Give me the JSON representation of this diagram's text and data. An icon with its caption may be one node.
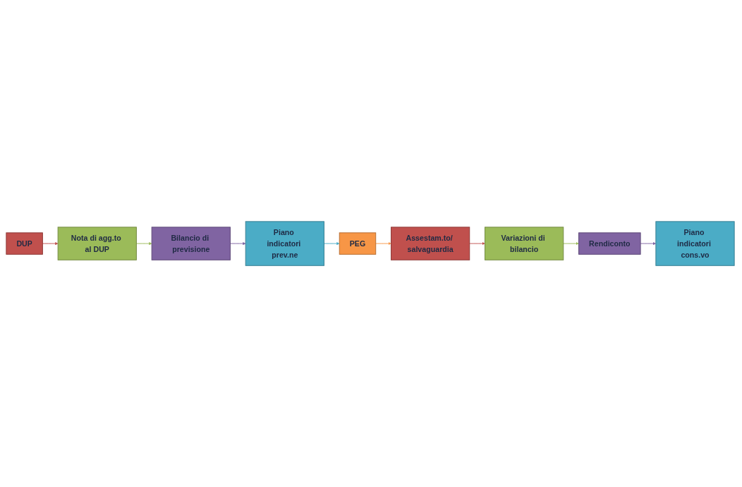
{
  "diagram": {
    "nodes": [
      {
        "text": [
          "DUP"
        ]
      },
      {
        "text": [
          "Nota di agg.to al DUP"
        ]
      },
      {
        "text": [
          "Bilancio di previsione"
        ]
      },
      {
        "text": [
          "Piano indicatori prev.ne"
        ]
      },
      {
        "text": [
          "PEG"
        ]
      },
      {
        "text": [
          "Assestam.to/ salvaguardia"
        ]
      },
      {
        "text": [
          "Variazioni di bilancio"
        ]
      },
      {
        "text": [
          "Rendiconto"
        ]
      },
      {
        "text": [
          "Piano indicatori cons.vo"
        ]
      }
    ],
    "edges": [
      {
        "from": 0,
        "to": 1,
        "arrow": "to",
        "color": "#c0504d"
      },
      {
        "from": 1,
        "to": 2,
        "arrow": "to",
        "color": "#9bbb59"
      },
      {
        "from": 2,
        "to": 3,
        "arrow": "to",
        "color": "#8064a2"
      },
      {
        "from": 3,
        "to": 4,
        "arrow": "to",
        "color": "#4bacc6"
      },
      {
        "from": 4,
        "to": 5,
        "arrow": "to",
        "color": "#f79646"
      },
      {
        "from": 5,
        "to": 6,
        "arrow": "to",
        "color": "#c0504d"
      },
      {
        "from": 6,
        "to": 7,
        "arrow": "to",
        "color": "#9bbb59"
      },
      {
        "from": 7,
        "to": 8,
        "arrow": "to",
        "color": "#8064a2"
      }
    ]
  }
}
